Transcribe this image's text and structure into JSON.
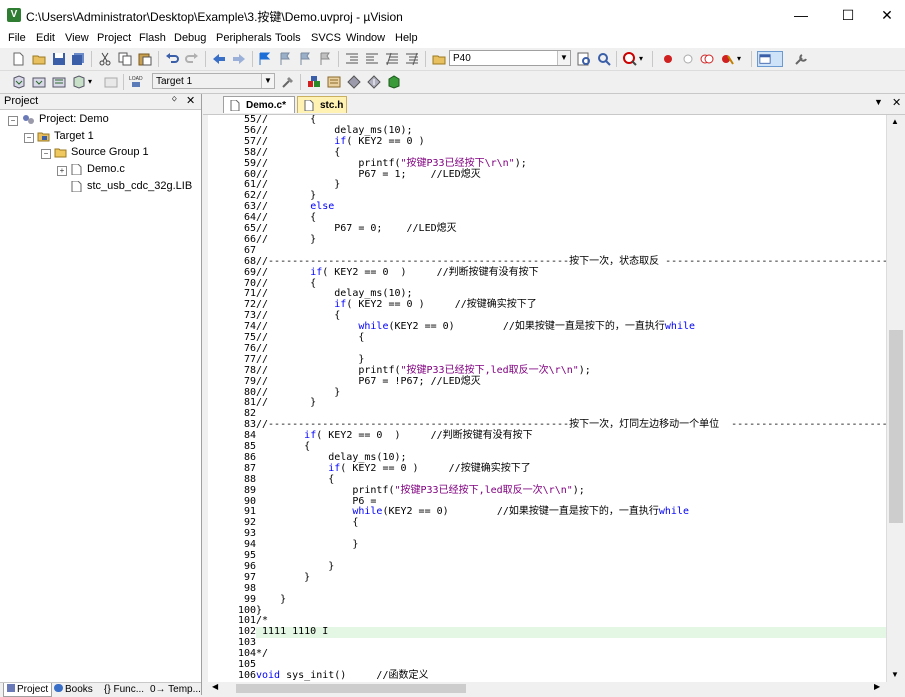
{
  "window": {
    "title": "C:\\Users\\Administrator\\Desktop\\Example\\3.按键\\Demo.uvproj - µVision",
    "minimize": "—",
    "maximize": "☐",
    "close": "✕"
  },
  "menu": [
    "File",
    "Edit",
    "View",
    "Project",
    "Flash",
    "Debug",
    "Peripherals",
    "Tools",
    "SVCS",
    "Window",
    "Help"
  ],
  "toolbar": {
    "find_combo": "P40",
    "target_combo": "Target 1"
  },
  "project": {
    "title": "Project",
    "pin": "ᛜ",
    "close": "✕",
    "tree": [
      {
        "label": "Project: Demo",
        "level": 0
      },
      {
        "label": "Target 1",
        "level": 1
      },
      {
        "label": "Source Group 1",
        "level": 2
      },
      {
        "label": "Demo.c",
        "level": 3
      },
      {
        "label": "stc_usb_cdc_32g.LIB",
        "level": 3
      }
    ],
    "bottom_tabs": [
      "Project",
      "Books",
      "{} Func...",
      "0→ Temp..."
    ]
  },
  "editor": {
    "tabs": [
      "Demo.c*",
      "stc.h"
    ],
    "lines": [
      {
        "n": "55",
        "t": "//       {"
      },
      {
        "n": "56",
        "t": "//           delay_ms(10);"
      },
      {
        "n": "57",
        "t": "//           if( KEY2 == 0 )"
      },
      {
        "n": "58",
        "t": "//           {"
      },
      {
        "n": "59",
        "t": "//               printf(\"按键P33已经按下\\r\\n\");"
      },
      {
        "n": "60",
        "t": "//               P67 = 1;    //LED熄灭"
      },
      {
        "n": "61",
        "t": "//           }"
      },
      {
        "n": "62",
        "t": "//       }"
      },
      {
        "n": "63",
        "t": "//       else"
      },
      {
        "n": "64",
        "t": "//       {"
      },
      {
        "n": "65",
        "t": "//           P67 = 0;    //LED熄灭"
      },
      {
        "n": "66",
        "t": "//       }"
      },
      {
        "n": "67",
        "t": ""
      },
      {
        "n": "68",
        "t": "//--------------------------------------------------按下一次，状态取反 ----------------------------------------"
      },
      {
        "n": "69",
        "t": "//       if( KEY2 == 0  )     //判断按键有没有按下"
      },
      {
        "n": "70",
        "t": "//       {"
      },
      {
        "n": "71",
        "t": "//           delay_ms(10);"
      },
      {
        "n": "72",
        "t": "//           if( KEY2 == 0 )     //按键确实按下了"
      },
      {
        "n": "73",
        "t": "//           {"
      },
      {
        "n": "74",
        "t": "//               while(KEY2 == 0)        //如果按键一直是按下的，一直执行while"
      },
      {
        "n": "75",
        "t": "//               {"
      },
      {
        "n": "76",
        "t": "//"
      },
      {
        "n": "77",
        "t": "//               }"
      },
      {
        "n": "78",
        "t": "//               printf(\"按键P33已经按下,led取反一次\\r\\n\");"
      },
      {
        "n": "79",
        "t": "//               P67 = !P67; //LED熄灭"
      },
      {
        "n": "80",
        "t": "//           }"
      },
      {
        "n": "81",
        "t": "//       }"
      },
      {
        "n": "82",
        "t": ""
      },
      {
        "n": "83",
        "t": "//--------------------------------------------------按下一次，灯同左边移动一个单位  ------------------------------"
      },
      {
        "n": "84",
        "t": "        if( KEY2 == 0  )     //判断按键有没有按下"
      },
      {
        "n": "85",
        "t": "        {"
      },
      {
        "n": "86",
        "t": "            delay_ms(10);"
      },
      {
        "n": "87",
        "t": "            if( KEY2 == 0 )     //按键确实按下了"
      },
      {
        "n": "88",
        "t": "            {"
      },
      {
        "n": "89",
        "t": "                printf(\"按键P33已经按下,led取反一次\\r\\n\");"
      },
      {
        "n": "90",
        "t": "                P6 ="
      },
      {
        "n": "91",
        "t": "                while(KEY2 == 0)        //如果按键一直是按下的，一直执行while"
      },
      {
        "n": "92",
        "t": "                {"
      },
      {
        "n": "93",
        "t": ""
      },
      {
        "n": "94",
        "t": "                }"
      },
      {
        "n": "95",
        "t": ""
      },
      {
        "n": "96",
        "t": "            }"
      },
      {
        "n": "97",
        "t": "        }"
      },
      {
        "n": "98",
        "t": ""
      },
      {
        "n": "99",
        "t": "    }"
      },
      {
        "n": "100",
        "t": "}"
      },
      {
        "n": "101",
        "t": "/*"
      },
      {
        "n": "102",
        "t": " 1111 1110 I"
      },
      {
        "n": "103",
        "t": ""
      },
      {
        "n": "104",
        "t": "*/"
      },
      {
        "n": "105",
        "t": ""
      },
      {
        "n": "106",
        "t": "void sys_init()     //函数定义"
      }
    ],
    "highlighted_line": "102"
  },
  "colors": {
    "keyword": "#0000ff",
    "string": "#800080",
    "comment": "#008000",
    "active_tab": "#fff2b3",
    "highlight": "#e4f7e4"
  }
}
